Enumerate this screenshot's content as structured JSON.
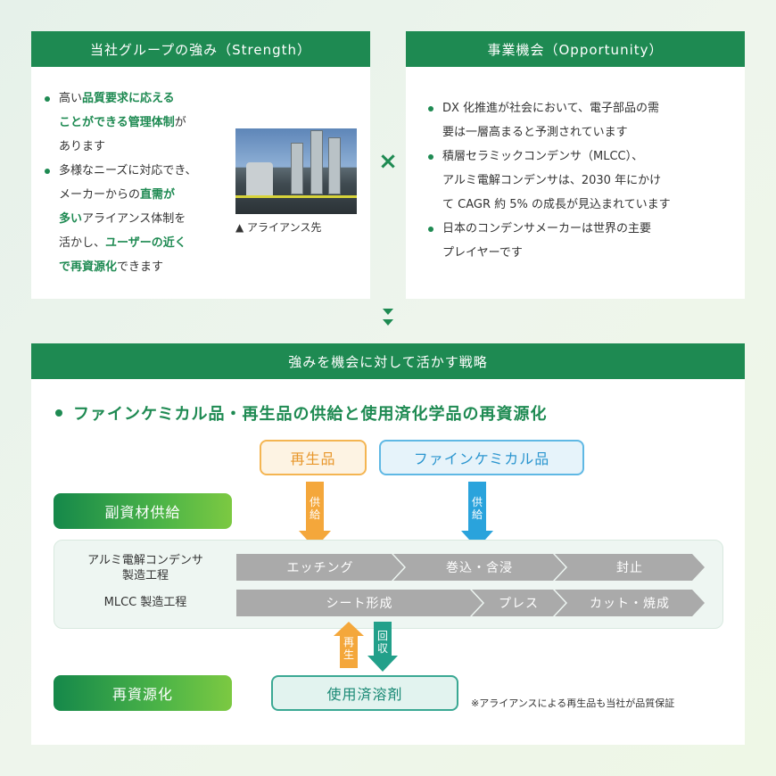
{
  "strength": {
    "title": "当社グループの強み（Strength）",
    "bullet1": {
      "t1": "高い",
      "h1": "品質要求に応える",
      "h2": "ことができる管理体制",
      "t2": "が",
      "t3": "あります"
    },
    "bullet2": {
      "t1": "多様なニーズに対応でき、",
      "t2": "メーカーからの",
      "h1": "直需が",
      "h2": "多い",
      "t3": "アライアンス体制を",
      "t4": "活かし、",
      "h3": "ユーザーの近く",
      "h4": "で再資源化",
      "t5": "できます"
    },
    "photo_caption": "▲ アライアンス先"
  },
  "cross_symbol": "×",
  "opportunity": {
    "title": "事業機会（Opportunity）",
    "bullets": [
      [
        "DX 化推進が社会において、電子部品の需",
        "要は一層高まると予測されています"
      ],
      [
        "積層セラミックコンデンサ（MLCC）、",
        "アルミ電解コンデンサは、2030 年にかけ",
        "て CAGR 約 5% の成長が見込まれています"
      ],
      [
        "日本のコンデンサメーカーは世界の主要",
        "プレイヤーです"
      ]
    ]
  },
  "strategy": {
    "title": "強みを機会に対して活かす戦略",
    "headline": "ファインケミカル品・再生品の供給と使用済化学品の再資源化",
    "products": {
      "recycled": "再生品",
      "fine_chemical": "ファインケミカル品"
    },
    "supply_arrow": [
      "供",
      "給"
    ],
    "supply_label": "副資材供給",
    "recycle_label": "再資源化",
    "processes": {
      "aluminum_label": [
        "アルミ電解コンデンサ",
        "製造工程"
      ],
      "aluminum_steps": [
        "エッチング",
        "巻込・含浸",
        "封止"
      ],
      "mlcc_label": "MLCC 製造工程",
      "mlcc_steps": [
        "シート形成",
        "プレス",
        "カット・焼成"
      ]
    },
    "regen_arrow": [
      "再",
      "生"
    ],
    "collect_arrow": [
      "回",
      "収"
    ],
    "used_solvent": "使用済溶剤",
    "note": "※アライアンスによる再生品も当社が品質保証"
  },
  "colors": {
    "brand_green": "#1e8a52",
    "orange": "#f4a73b",
    "blue": "#2aa3dc",
    "teal": "#22a08a",
    "step_gray": "#aaaaaa"
  }
}
